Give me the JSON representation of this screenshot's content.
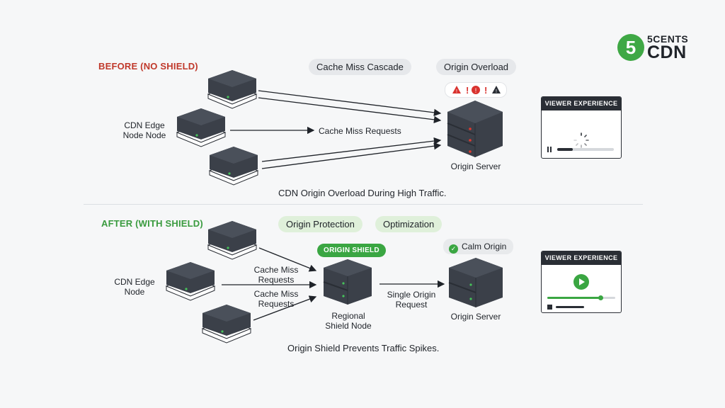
{
  "brand": {
    "mark": "5",
    "top": "5CENTS",
    "bottom": "CDN",
    "accent": "#3fa845"
  },
  "before": {
    "title": "BEFORE (NO SHIELD)",
    "title_color": "#c0392b",
    "pills": [
      "Cache Miss Cascade",
      "Origin Overload"
    ],
    "edge_label": [
      "CDN Edge",
      "Node Node"
    ],
    "arrow_label": "Cache Miss Requests",
    "origin_label": "Origin Server",
    "caption": "CDN Origin Overload During High Traffic.",
    "alert_icons": [
      "warning-icon",
      "exclamation-icon",
      "alert-circle-icon",
      "exclamation-icon",
      "warning-icon"
    ],
    "viewer": {
      "title": "VIEWER EXPERIENCE",
      "progress": 0.27,
      "state": "buffering"
    }
  },
  "after": {
    "title": "AFTER (WITH SHIELD)",
    "title_color": "#3a9b3f",
    "pills": [
      "Origin Protection",
      "Optimization"
    ],
    "shield_badge": "ORIGIN SHIELD",
    "calm_badge": "Calm Origin",
    "edge_label": [
      "CDN Edge",
      "Node"
    ],
    "cache_miss_1": [
      "Cache Miss",
      "Requests"
    ],
    "cache_miss_2": [
      "Cache Miss",
      "Requests"
    ],
    "shield_label": [
      "Regional",
      "Shield Node"
    ],
    "single_origin": [
      "Single Origin",
      "Request"
    ],
    "origin_label": "Origin Server",
    "caption": "Origin Shield Prevents Traffic Spikes.",
    "viewer": {
      "title": "VIEWER EXPERIENCE",
      "progress": 0.78,
      "state": "playing"
    }
  }
}
